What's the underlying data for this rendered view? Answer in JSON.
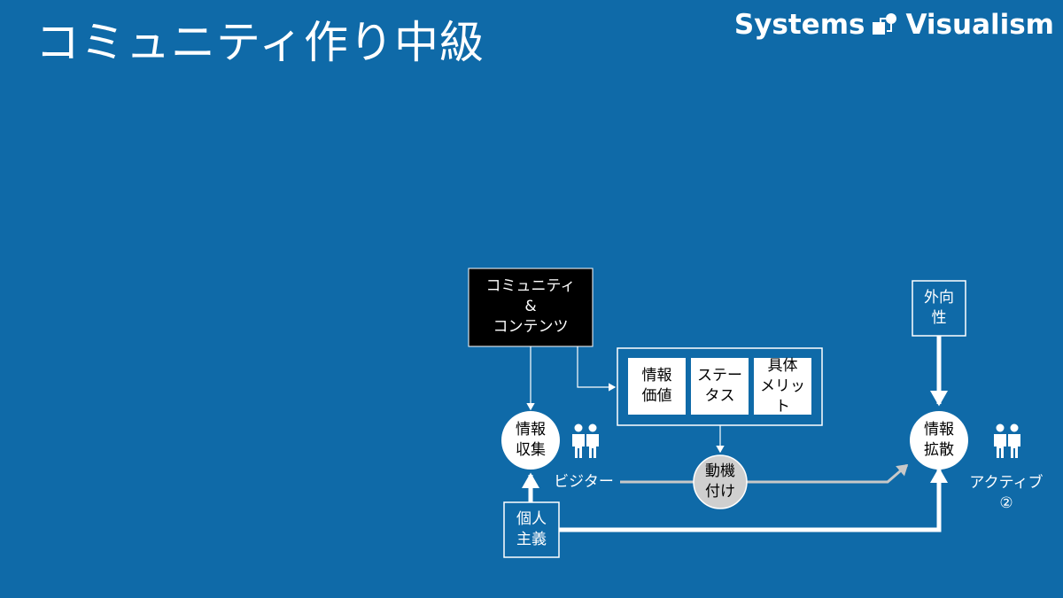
{
  "title": "コミュニティ作り中級",
  "logo": {
    "left_word": "Systems",
    "right_word": "Visualism"
  },
  "nodes": {
    "community_box": [
      "コミュニティ",
      "&",
      "コンテンツ"
    ],
    "joho_kachi": [
      "情報",
      "価値"
    ],
    "status": [
      "ステー",
      "タス"
    ],
    "gutai_merit": [
      "具体",
      "メリット"
    ],
    "joho_shushu": [
      "情報",
      "収集"
    ],
    "doukizuke": [
      "動機",
      "付け"
    ],
    "kojin_shugi": [
      "個人",
      "主義"
    ],
    "gaikousei": [
      "外向",
      "性"
    ],
    "joho_kakusan": [
      "情報",
      "拡散"
    ]
  },
  "labels": {
    "visitor": "ビジター",
    "active": [
      "アクティブ",
      "②"
    ]
  },
  "colors": {
    "background": "#0f6aa8",
    "line": "#ffffff",
    "dark_box": "#000000",
    "grey_node": "#cfcfcf",
    "grey_arrow": "#c8c8c8"
  }
}
